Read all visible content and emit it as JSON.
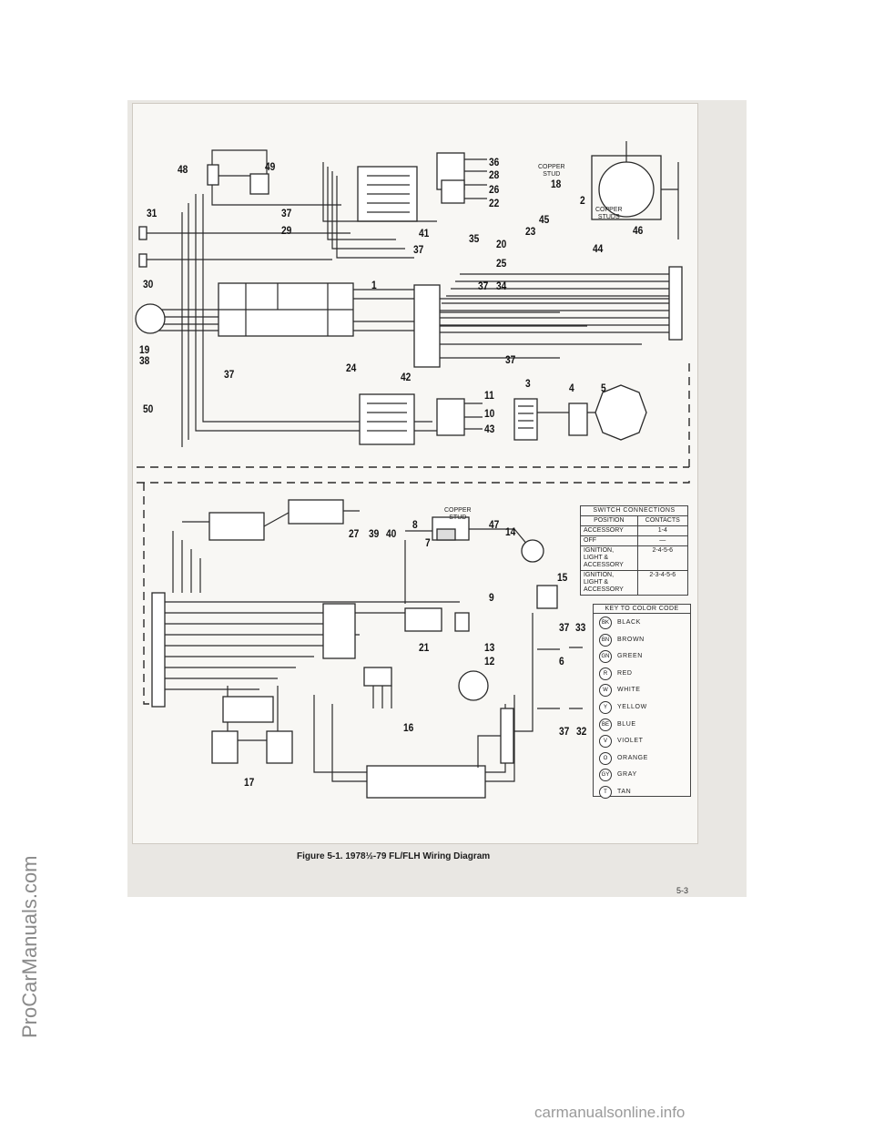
{
  "figure": {
    "caption": "Figure 5-1. 1978½-79 FL/FLH Wiring Diagram",
    "page_number": "5-3"
  },
  "annotations": {
    "copper_stud_top": "COPPER\nSTUD",
    "copper_studs": "COPPER\nSTUDS",
    "copper_stud_lower": "COPPER\nSTUD"
  },
  "callouts": [
    "48",
    "49",
    "36",
    "28",
    "26",
    "22",
    "18",
    "2",
    "31",
    "37",
    "29",
    "41",
    "37",
    "35",
    "23",
    "20",
    "45",
    "46",
    "30",
    "25",
    "37",
    "34",
    "44",
    "1",
    "19",
    "38",
    "24",
    "42",
    "37",
    "37",
    "3",
    "4",
    "5",
    "11",
    "10",
    "43",
    "50",
    "27",
    "39",
    "40",
    "8",
    "47",
    "14",
    "7",
    "15",
    "9",
    "37",
    "33",
    "21",
    "13",
    "12",
    "6",
    "16",
    "37",
    "32",
    "17"
  ],
  "switch_table": {
    "title": "SWITCH CONNECTIONS",
    "col_position": "POSITION",
    "col_contacts": "CONTACTS",
    "rows": [
      {
        "position": "ACCESSORY",
        "contacts": "1-4"
      },
      {
        "position": "OFF",
        "contacts": "—"
      },
      {
        "position": "IGNITION,\nLIGHT &\nACCESSORY",
        "contacts": "2-4-5-6"
      },
      {
        "position": "IGNITION,\nLIGHT &\nACCESSORY",
        "contacts": "2-3-4-5-6"
      }
    ]
  },
  "color_key": {
    "title": "KEY TO COLOR CODE",
    "items": [
      {
        "code": "BK",
        "name": "BLACK"
      },
      {
        "code": "BN",
        "name": "BROWN"
      },
      {
        "code": "GN",
        "name": "GREEN"
      },
      {
        "code": "R",
        "name": "RED"
      },
      {
        "code": "W",
        "name": "WHITE"
      },
      {
        "code": "Y",
        "name": "YELLOW"
      },
      {
        "code": "BE",
        "name": "BLUE"
      },
      {
        "code": "V",
        "name": "VIOLET"
      },
      {
        "code": "O",
        "name": "ORANGE"
      },
      {
        "code": "GY",
        "name": "GRAY"
      },
      {
        "code": "T",
        "name": "TAN"
      }
    ]
  },
  "watermarks": {
    "left": "ProCarManuals.com",
    "bottom": "carmanualsonline.info"
  }
}
